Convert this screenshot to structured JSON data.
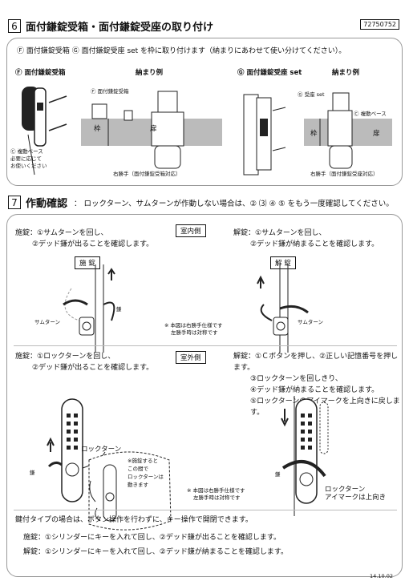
{
  "document_code": "72750752",
  "section6": {
    "number": "6",
    "title": "面付鎌錠受箱・面付鎌錠受座の取り付け",
    "instruction": "Ⓕ 面付鎌錠受箱 Ⓖ 面付鎌錠受座 set を枠に取り付けます（納まりにあわせて使い分けてください）。",
    "left_heading": "Ⓕ 面付鎌錠受箱",
    "middle_heading": "納まり例",
    "right_heading": "Ⓖ 面付鎌錠受座 set",
    "right_middle_heading": "納まり例",
    "label_receiver_box": "Ⓕ 面付鎌錠受箱",
    "label_frame": "枠",
    "label_door": "扉",
    "label_adjust_base_1": "Ⓒ 複動ベース",
    "label_adjust_base_2": "必要に応じて",
    "label_adjust_base_3": "お使いください",
    "label_receiver_set": "Ⓖ 受座 set",
    "label_adjust_base_right": "Ⓒ 複動ベース",
    "caption_left": "右勝手（面付鎌錠受箱対応）",
    "caption_right": "右勝手（面付鎌錠受座対応）"
  },
  "section7": {
    "number": "7",
    "title": "作動確認",
    "note": "： ロックターン、サムターンが作動しない場合は、② ⑶ ④ ⑤ をもう一度確認してください。",
    "indoor_badge": "室内側",
    "outdoor_badge": "室外側",
    "indoor_lock": {
      "line1": "施錠：①サムターンを回し、",
      "line2": "②デッド鎌が出ることを確認します。",
      "label": "施 錠",
      "part_thumbturn": "サムターン",
      "part_sickle": "鎌"
    },
    "indoor_unlock": {
      "line1": "解錠：①サムターンを回し、",
      "line2": "②デッド鎌が納まることを確認します。",
      "label": "解 錠",
      "part_thumbturn": "サムターン"
    },
    "indoor_note1": "※ 本図は右勝手仕様です",
    "indoor_note2": "左勝手時は対称です",
    "outdoor_lock": {
      "line1": "施錠：①ロックターンを回し、",
      "line2": "②デッド鎌が出ることを確認します。",
      "part_lockturn": "ロックターン",
      "part_sickle": "鎌",
      "bubble1": "※施錠すると",
      "bubble2": "この間で",
      "bubble3": "ロックターンは",
      "bubble4": "動きます"
    },
    "outdoor_unlock": {
      "line1": "解錠：①Ｃボタンを押し、②正しい記憶番号を押します。",
      "line2": "③ロックターンを回しきり、",
      "line3": "④デッド鎌が納まることを確認します。",
      "line4": "⑤ロックターンのアイマークを上向きに戻します。",
      "part_sickle": "鎌",
      "part_lockturn": "ロックターン",
      "part_eye": "アイマークは上向き"
    },
    "outdoor_note1": "※ 本図は右勝手仕様です",
    "outdoor_note2": "左勝手時は対称です",
    "key_note": "鍵付タイプの場合は、ボタン操作を行わずに、キー操作で開閉できます。",
    "key_lock": "施錠：①シリンダーにキーを入れて回し、②デッド鎌が出ることを確認します。",
    "key_unlock": "解錠：①シリンダーにキーを入れて回し、②デッド鎌が納まることを確認します。",
    "footer_date": "14.10.02"
  }
}
